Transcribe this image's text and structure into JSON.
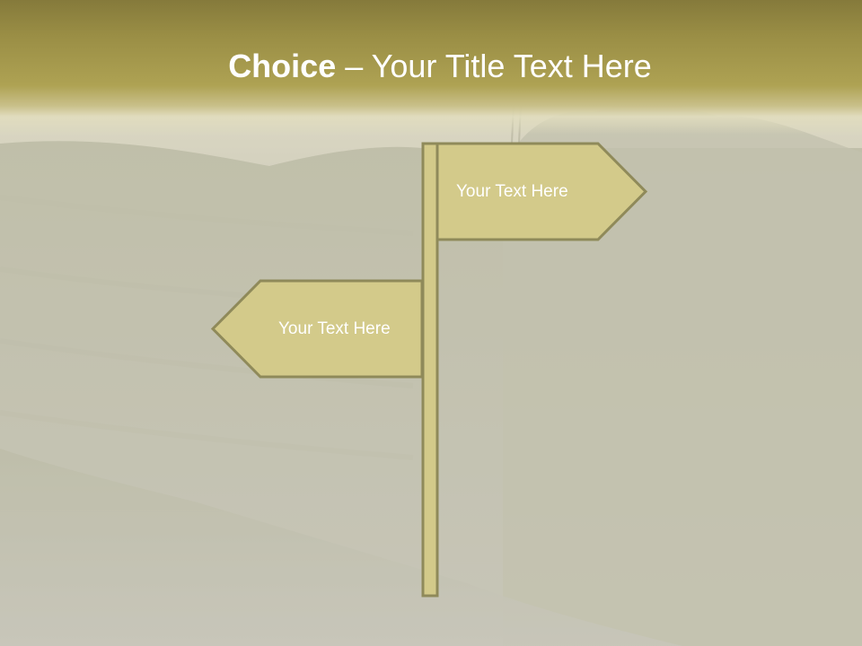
{
  "slide": {
    "title_bold": "Choice",
    "title_dash": "–",
    "title_rest": "Your Title Text Here"
  },
  "signpost": {
    "right_sign_label": "Your Text Here",
    "left_sign_label": "Your Text Here"
  },
  "colors": {
    "title_bar": "#9a8e45",
    "sign_fill": "#d3ca8a",
    "sign_border": "#8f8a5a",
    "text": "#ffffff"
  }
}
